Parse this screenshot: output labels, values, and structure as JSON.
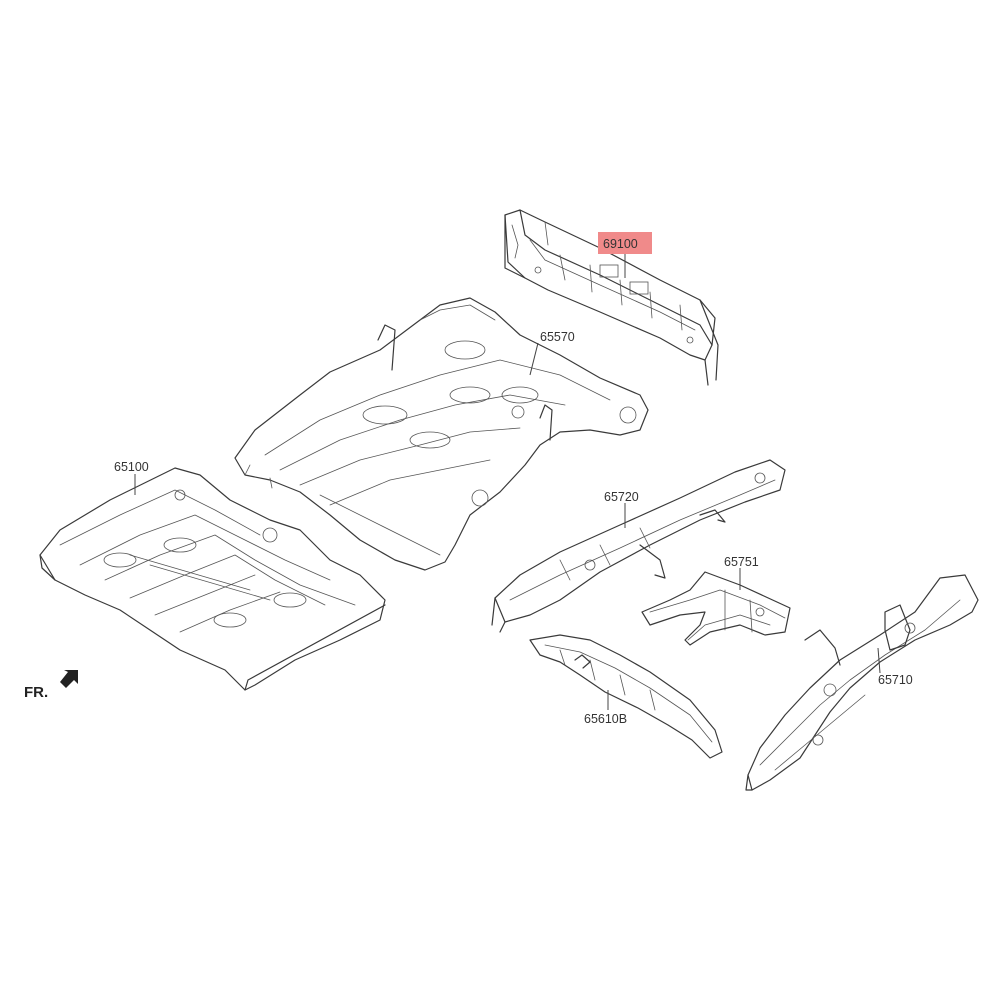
{
  "callouts": {
    "part_69100": "69100",
    "part_65570": "65570",
    "part_65100": "65100",
    "part_65720": "65720",
    "part_65751": "65751",
    "part_65710": "65710",
    "part_65610b": "65610B"
  },
  "direction": {
    "label": "FR."
  },
  "colors": {
    "highlight": "#f08a8a",
    "line": "#3a3a3a"
  },
  "icons": {
    "front_arrow": "arrow-down-left"
  }
}
